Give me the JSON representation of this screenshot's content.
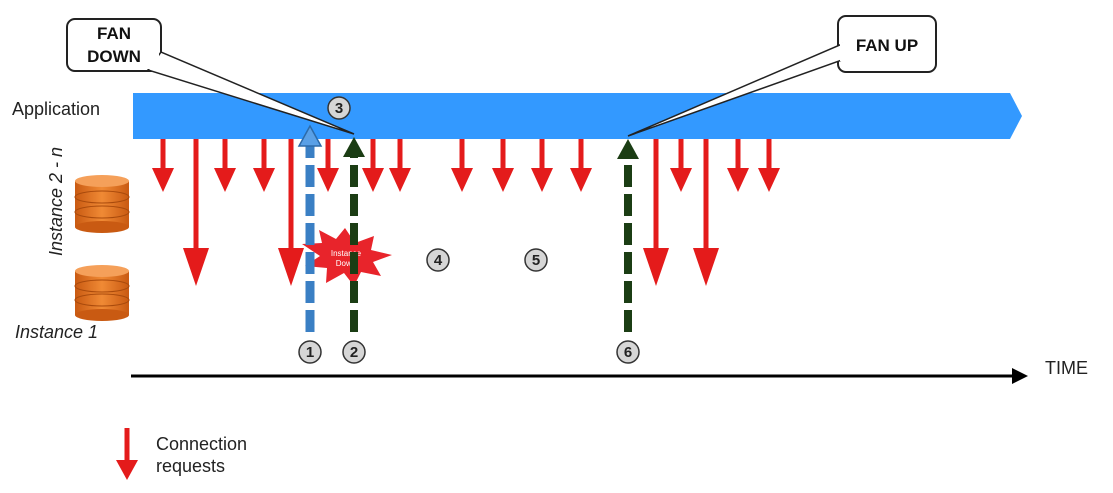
{
  "labels": {
    "application": "Application",
    "instance_2n": "Instance 2 - n",
    "instance_1": "Instance 1",
    "time": "TIME",
    "legend": [
      "Connection",
      "requests"
    ]
  },
  "callouts": {
    "fan_down": [
      "FAN",
      "DOWN"
    ],
    "fan_up": "FAN UP"
  },
  "burst_text": [
    "Instance",
    "Down"
  ],
  "markers": [
    "1",
    "2",
    "3",
    "4",
    "5",
    "6"
  ],
  "colors": {
    "application_bar": "#3399ff",
    "connection_arrow": "#e41b1b",
    "arrow_1": "#3a7fc4",
    "arrow_dark": "#1b3d14",
    "burst": "#e8242b",
    "instance_disk": "#e8731e",
    "marker_fill": "#d6d6d6"
  },
  "icons": [
    "database-icon",
    "connection-arrow-icon",
    "instance-down-burst-icon"
  ]
}
